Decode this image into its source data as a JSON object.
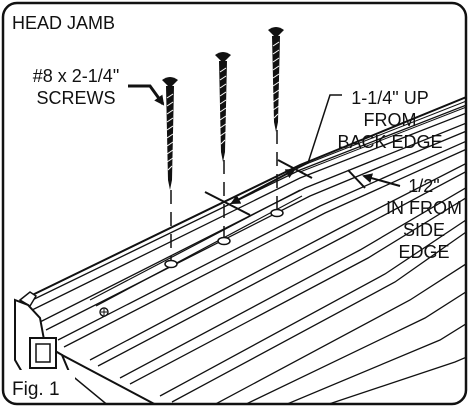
{
  "title": "HEAD JAMB",
  "screw_label": {
    "line1": "#8 x 2-1/4\"",
    "line2": "SCREWS"
  },
  "back_edge_label": {
    "line1": "1-1/4\" UP",
    "line2": "FROM",
    "line3": "BACK EDGE"
  },
  "side_edge_label": {
    "line1": "1/2\"",
    "line2": "IN FROM",
    "line3": "SIDE",
    "line4": "EDGE"
  },
  "figure_label": "Fig. 1",
  "colors": {
    "ink": "#111111",
    "paper": "#ffffff"
  }
}
